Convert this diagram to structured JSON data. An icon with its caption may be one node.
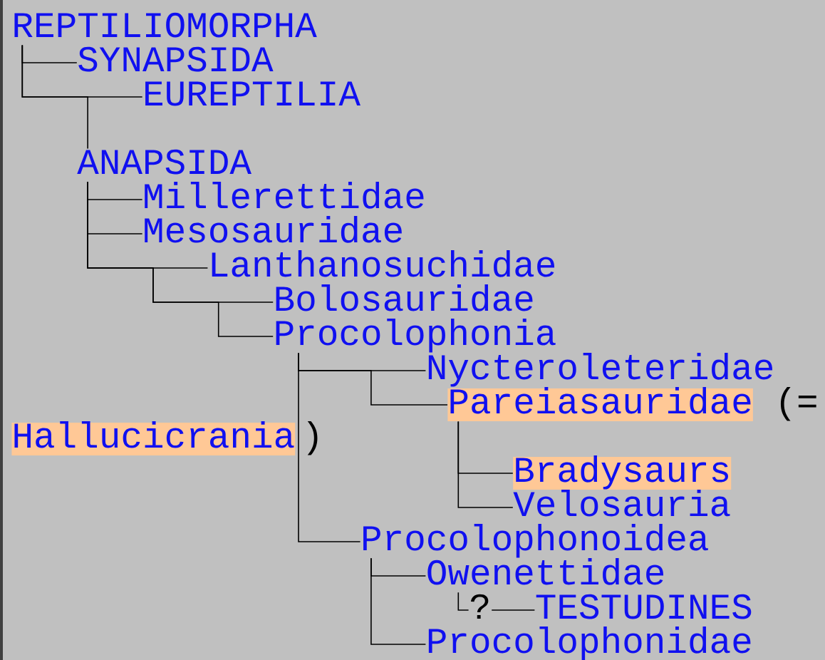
{
  "diagram": {
    "nodes": [
      {
        "text": [
          "REPTILIOMORPHA"
        ]
      },
      {
        "text": [
          "SYNAPSIDA"
        ]
      },
      {
        "text": [
          "EUREPTILIA"
        ]
      },
      {
        "text": [
          "ANAPSIDA"
        ]
      },
      {
        "text": [
          "Millerettidae"
        ]
      },
      {
        "text": [
          "Mesosauridae"
        ]
      },
      {
        "text": [
          "Lanthanosuchidae"
        ]
      },
      {
        "text": [
          "Bolosauridae"
        ]
      },
      {
        "text": [
          "Procolophonia"
        ]
      },
      {
        "text": [
          "Nycteroleteridae"
        ]
      },
      {
        "text": [
          "Pareiasauridae"
        ]
      },
      {
        "text": [
          "Hallucicrania"
        ]
      },
      {
        "text": [
          "Bradysaurs"
        ]
      },
      {
        "text": [
          "Velosauria"
        ]
      },
      {
        "text": [
          "Procolophonoidea"
        ]
      },
      {
        "text": [
          "Owenettidae"
        ]
      },
      {
        "text": [
          "TESTUDINES"
        ]
      },
      {
        "text": [
          "Procolophonidae"
        ]
      }
    ],
    "edges": [
      {
        "from": 0,
        "to": 1,
        "arrow": "none"
      },
      {
        "from": 0,
        "to": 2,
        "arrow": "none"
      },
      {
        "from": 0,
        "to": 3,
        "arrow": "none"
      },
      {
        "from": 3,
        "to": 4,
        "arrow": "none"
      },
      {
        "from": 3,
        "to": 5,
        "arrow": "none"
      },
      {
        "from": 3,
        "to": 6,
        "arrow": "none"
      },
      {
        "from": 3,
        "to": 7,
        "arrow": "none"
      },
      {
        "from": 3,
        "to": 8,
        "arrow": "none"
      },
      {
        "from": 8,
        "to": 9,
        "arrow": "none"
      },
      {
        "from": 8,
        "to": 10,
        "arrow": "none"
      },
      {
        "from": 8,
        "to": 14,
        "arrow": "none"
      },
      {
        "from": 10,
        "to": 12,
        "arrow": "none"
      },
      {
        "from": 10,
        "to": 13,
        "arrow": "none"
      },
      {
        "from": 14,
        "to": 15,
        "arrow": "none"
      },
      {
        "from": 15,
        "to": 16,
        "label": "?",
        "arrow": "none"
      },
      {
        "from": 14,
        "to": 17,
        "arrow": "none"
      }
    ],
    "labels": [
      "(=",
      ")"
    ]
  }
}
